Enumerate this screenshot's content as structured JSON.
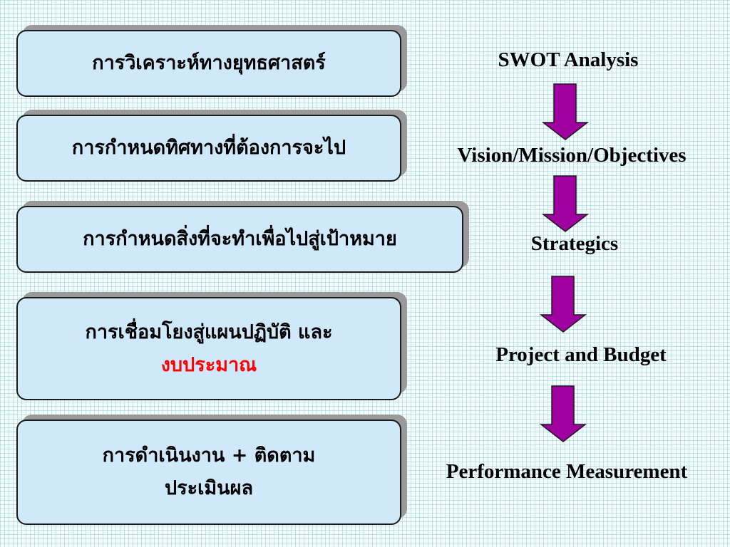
{
  "steps": [
    {
      "lines": [
        "การวิเคราะห์ทางยุทธศาสตร์"
      ]
    },
    {
      "lines": [
        "การกำหนดทิศทางที่ต้องการจะไป"
      ]
    },
    {
      "lines": [
        "การกำหนดสิ่งที่จะทำเพื่อไปสู่เป้าหมาย"
      ]
    },
    {
      "lines": [
        "การเชื่อมโยงสู่แผนปฏิบัติ และ",
        "งบประมาณ"
      ]
    },
    {
      "lines": [
        "การดำเนินงาน + ติดตาม",
        "ประเมินผล"
      ]
    }
  ],
  "stages": [
    "SWOT  Analysis",
    "Vision/Mission/Objectives",
    "Strategics",
    "Project  and  Budget",
    "Performance Measurement"
  ],
  "colors": {
    "box_fill": "#cfe9fb",
    "box_shadow": "#9a9a9a",
    "arrow_fill": "#a0009f",
    "highlight_text": "#ff0000"
  }
}
